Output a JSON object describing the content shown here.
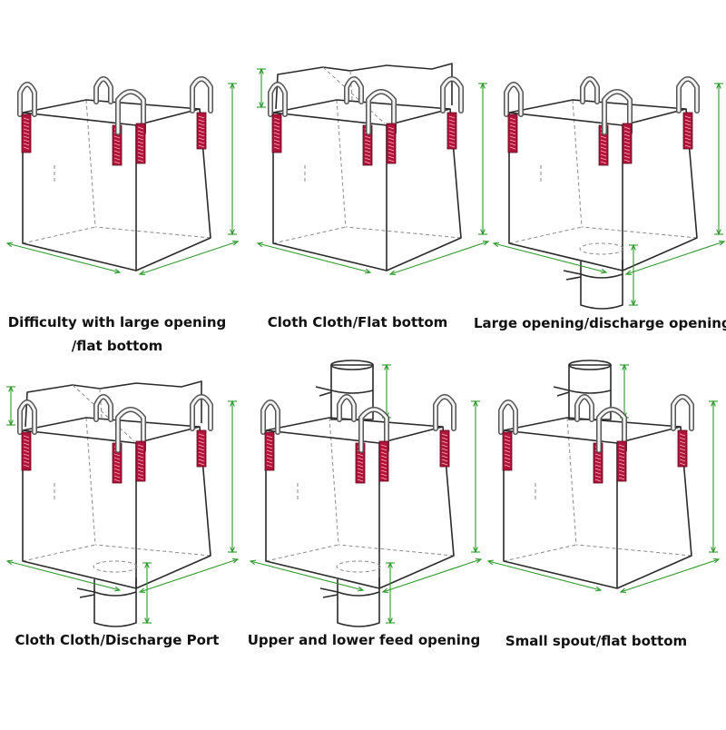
{
  "colors": {
    "outline": "#2a2a2a",
    "dimension": "#2e9a2e",
    "strap": "#b0143a"
  },
  "panels": [
    {
      "id": "p1",
      "caption_lines": [
        "Difficulty with large opening",
        "/flat bottom"
      ],
      "top": "flat",
      "bottom": "flat"
    },
    {
      "id": "p2",
      "caption_lines": [
        "Cloth Cloth/Flat bottom"
      ],
      "top": "skirt",
      "bottom": "flat"
    },
    {
      "id": "p3",
      "caption_lines": [
        "Large opening/discharge opening"
      ],
      "top": "flat",
      "bottom": "spout"
    },
    {
      "id": "p4",
      "caption_lines": [
        "Cloth Cloth/Discharge Port"
      ],
      "top": "skirt",
      "bottom": "spout"
    },
    {
      "id": "p5",
      "caption_lines": [
        "Upper and lower feed opening"
      ],
      "top": "spout",
      "bottom": "spout"
    },
    {
      "id": "p6",
      "caption_lines": [
        "Small spout/flat bottom"
      ],
      "top": "spout",
      "bottom": "flat"
    }
  ]
}
